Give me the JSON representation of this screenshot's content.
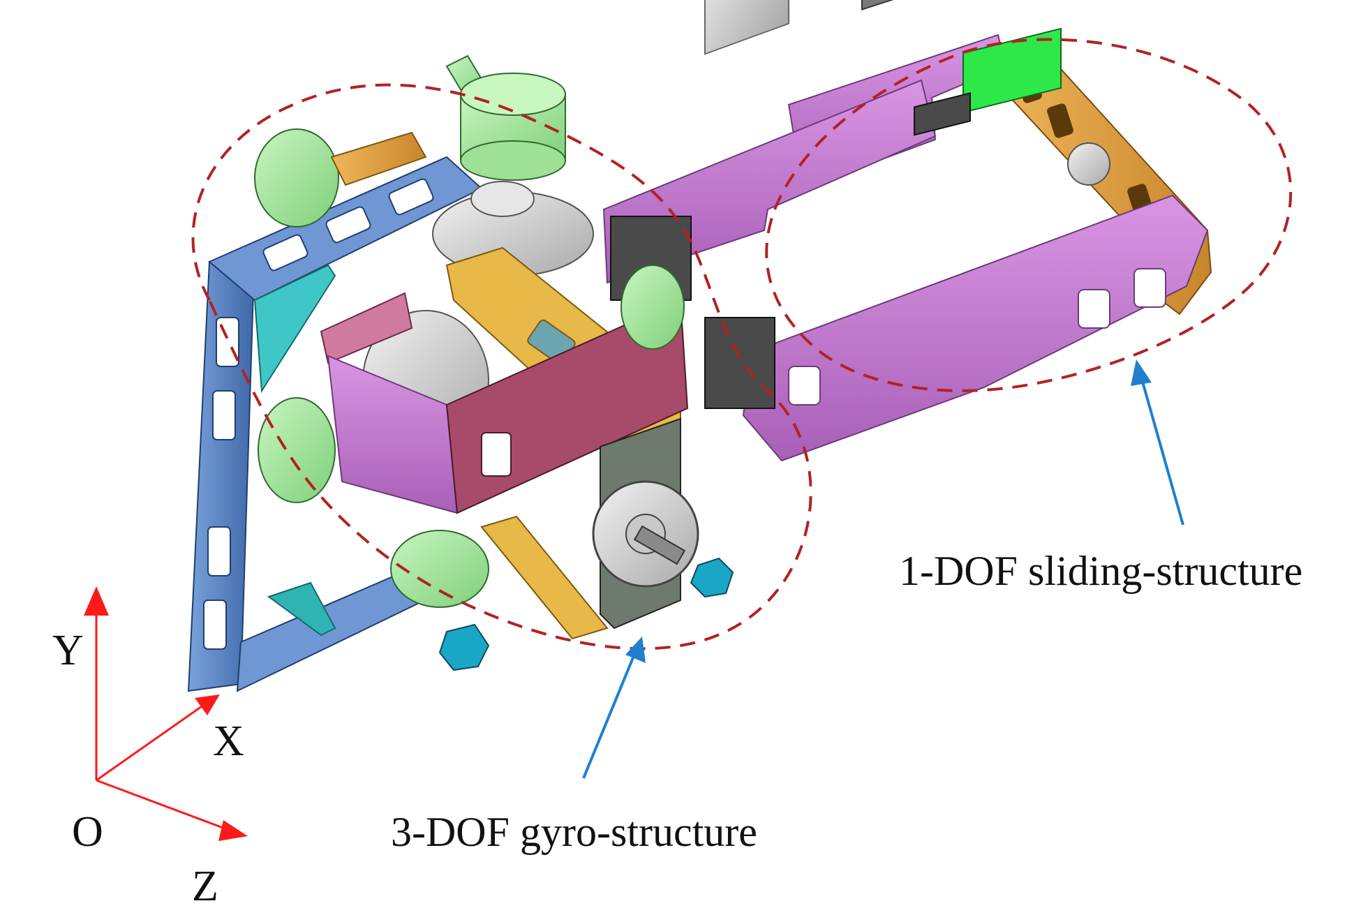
{
  "labels": {
    "sliding_structure": "1-DOF sliding-structure",
    "gyro_structure": "3-DOF gyro-structure"
  },
  "axes": {
    "origin": "O",
    "x": "X",
    "y": "Y",
    "z": "Z"
  },
  "colors": {
    "axis_arrow": "#ff1a1a",
    "callout_arrow": "#1f7fd0",
    "dashed_outline": "#b22222",
    "frame_blue": "#5a86c8",
    "plate_magenta": "#c77ad6",
    "plate_orange": "#e5a64a",
    "plate_yellow": "#e8b848",
    "motor_green": "#a8e6a0",
    "flywheel_grey": "#dadada",
    "teal": "#2fb3b3"
  }
}
